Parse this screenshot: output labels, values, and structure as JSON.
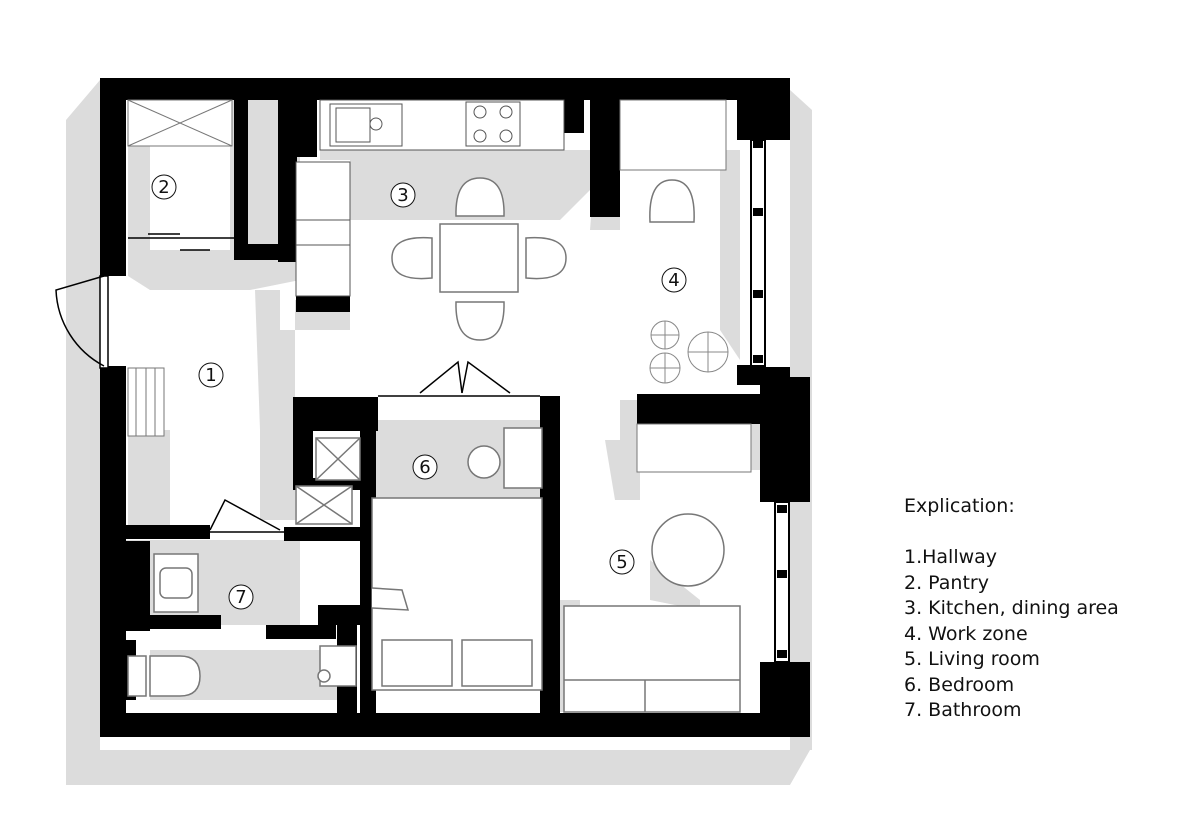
{
  "rooms": [
    {
      "number": "1",
      "label": "1.Hallway"
    },
    {
      "number": "2",
      "label": "2. Pantry"
    },
    {
      "number": "3",
      "label": "3. Kitchen, dining area"
    },
    {
      "number": "4",
      "label": "4. Work zone"
    },
    {
      "number": "5",
      "label": "5. Living room"
    },
    {
      "number": "6",
      "label": "6. Bedroom"
    },
    {
      "number": "7",
      "label": "7. Bathroom"
    }
  ],
  "legend": {
    "title": "Explication:"
  },
  "colors": {
    "wall": "#000000",
    "shadow": "#dcdcdc",
    "floor": "#ffffff",
    "furniture_line": "#6e6e6e"
  }
}
